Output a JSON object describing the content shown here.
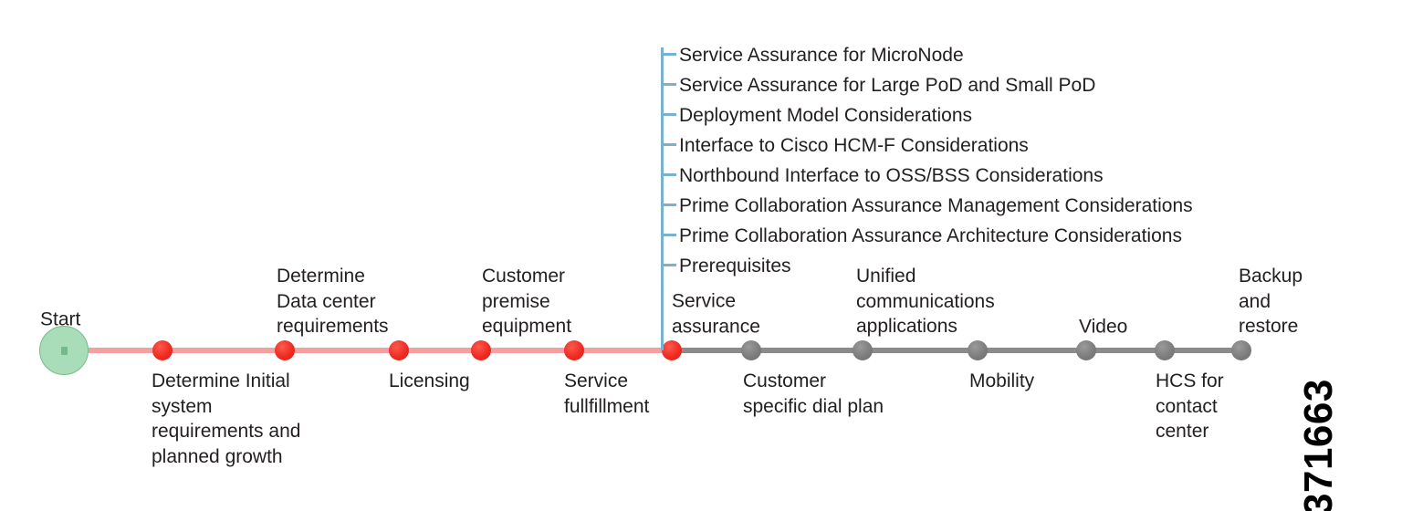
{
  "figure": {
    "number": "371663",
    "type": "timeline-diagram"
  },
  "colors": {
    "red_node": "#ef2b21",
    "red_rail": "#f4a0a0",
    "gray_node": "#7d7d7d",
    "gray_rail": "#8b8b8b",
    "start_node_fill": "#a9dcb8",
    "start_node_stroke": "#76bd8c",
    "branch_line": "#7ab2cd",
    "text": "#231f20"
  },
  "timeline": {
    "start": {
      "label": "Start",
      "glyph": "square-glyph"
    },
    "nodes": [
      {
        "label": "Determine Initial\nsystem\nrequirements and\nplanned growth",
        "position": "below",
        "color": "red"
      },
      {
        "label": "Determine\nData center\nrequirements",
        "position": "above",
        "color": "red"
      },
      {
        "label": "Licensing",
        "position": "below",
        "color": "red"
      },
      {
        "label": "Customer\npremise\nequipment",
        "position": "above",
        "color": "red"
      },
      {
        "label": "Service\nfullfillment",
        "position": "below",
        "color": "red"
      },
      {
        "label": "Service\nassurance",
        "position": "above",
        "color": "red"
      },
      {
        "label": "Customer\nspecific dial plan",
        "position": "below",
        "color": "gray"
      },
      {
        "label": "Unified\ncommunications\napplications",
        "position": "above",
        "color": "gray"
      },
      {
        "label": "Mobility",
        "position": "below",
        "color": "gray"
      },
      {
        "label": "Video",
        "position": "above",
        "color": "gray"
      },
      {
        "label": "HCS for\ncontact\ncenter",
        "position": "below",
        "color": "gray"
      },
      {
        "label": "Backup\nand\nrestore",
        "position": "above",
        "color": "gray"
      }
    ]
  },
  "branch": {
    "anchor_node_label": "Service assurance",
    "items": [
      "Service Assurance for MicroNode",
      "Service Assurance for Large PoD and Small PoD",
      "Deployment Model Considerations",
      "Interface to Cisco HCM-F Considerations",
      "Northbound Interface to OSS/BSS Considerations",
      "Prime Collaboration Assurance Management Considerations",
      "Prime Collaboration Assurance Architecture Considerations",
      "Prerequisites"
    ]
  }
}
